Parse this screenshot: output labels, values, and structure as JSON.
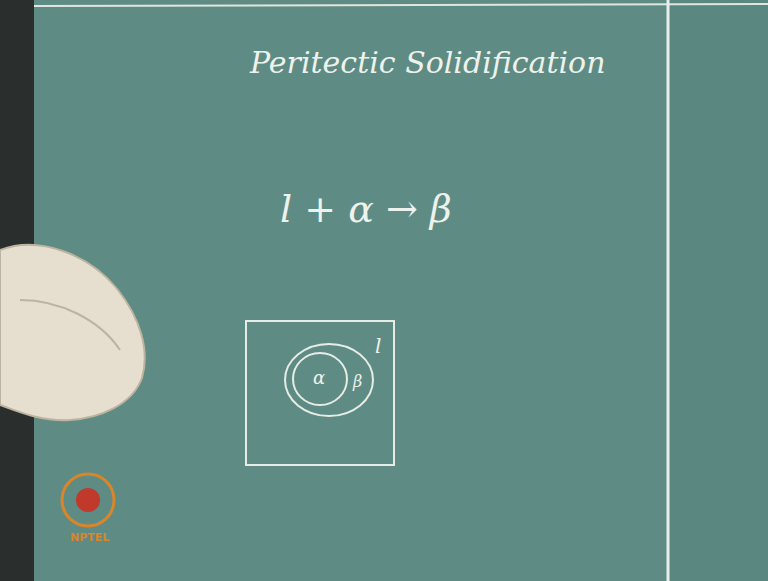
{
  "diagram": {
    "title": "Peritectic Solidification",
    "nodes": [
      {
        "text": [
          "l"
        ]
      },
      {
        "text": [
          "β"
        ],
        "in": 0
      },
      {
        "text": [
          "α"
        ],
        "in": 1
      }
    ],
    "labels": [
      "l + α → β",
      "NPTEL"
    ]
  }
}
